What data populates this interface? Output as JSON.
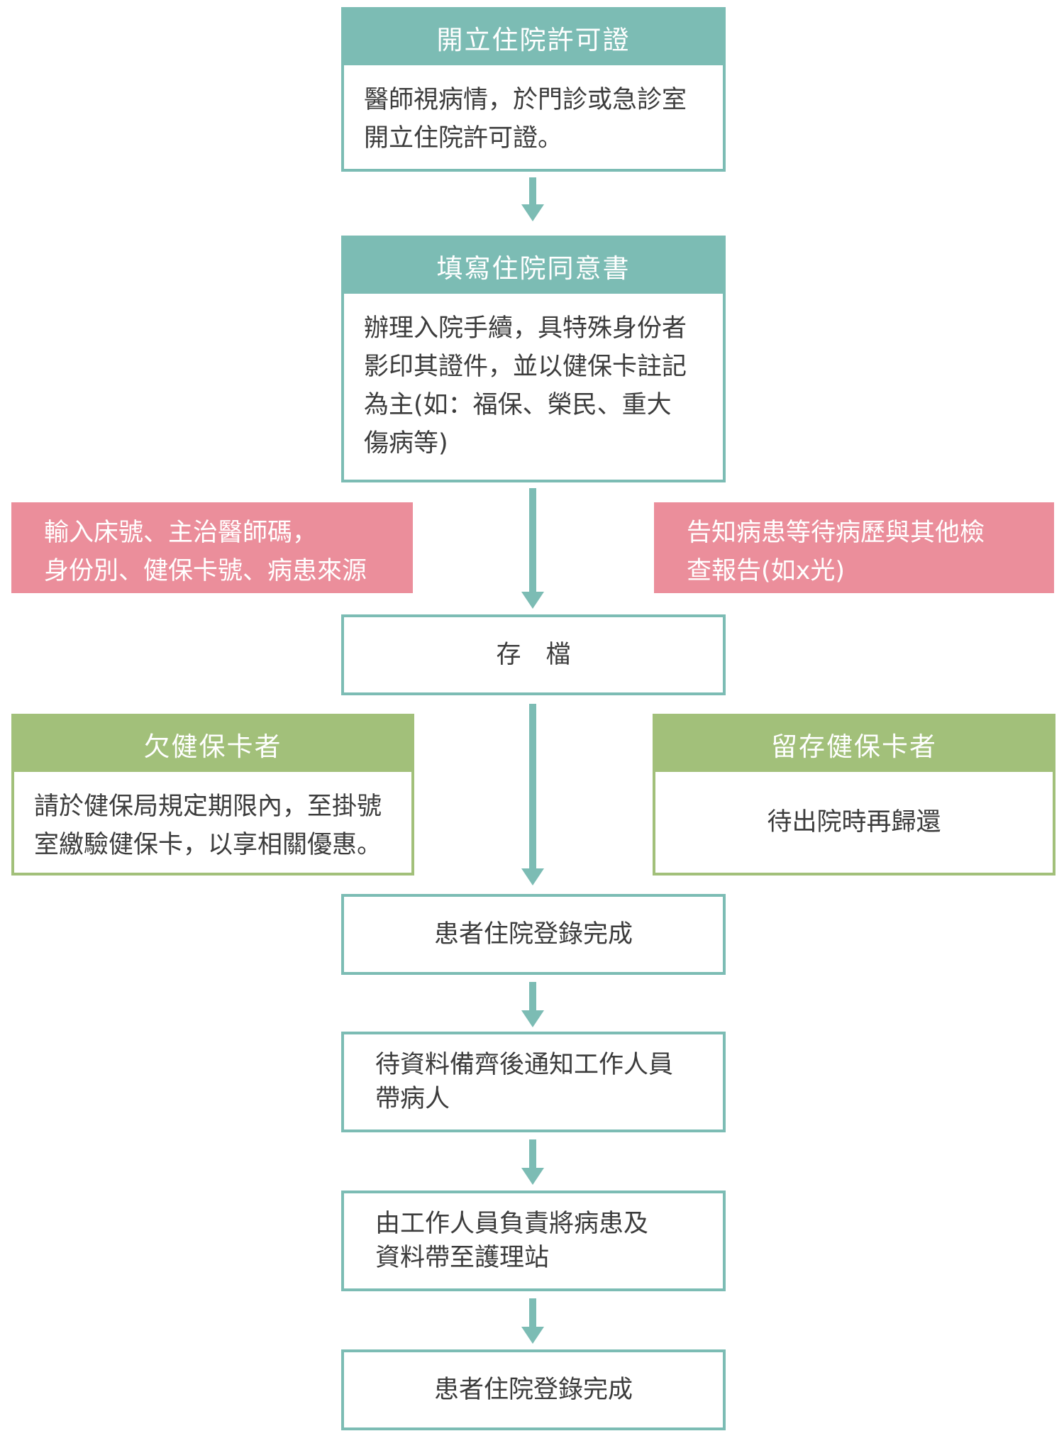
{
  "steps": {
    "admission_permit": {
      "title": "開立住院許可證",
      "body": "醫師視病情，於門診或急診室\n開立住院許可證。"
    },
    "consent_form": {
      "title": "填寫住院同意書",
      "body": "辦理入院手續，具特殊身份者\n影印其證件，並以健保卡註記\n為主(如：福保、榮民、重大\n傷病等)"
    },
    "save": {
      "label": "存　檔"
    },
    "registration_done_1": {
      "label": "患者住院登錄完成"
    },
    "notify_staff": {
      "label": "待資料備齊後通知工作人員\n帶病人"
    },
    "escort": {
      "label": "由工作人員負責將病患及\n資料帶至護理站"
    },
    "registration_done_2": {
      "label": "患者住院登錄完成"
    }
  },
  "side_notes": {
    "input_info": "輸入床號、主治醫師碼，\n身份別、健保卡號、病患來源",
    "inform_patient": "告知病患等待病歷與其他檢\n查報告(如x光)"
  },
  "cases": {
    "missing_card": {
      "title": "欠健保卡者",
      "body": "請於健保局規定期限內，至掛號\n室繳驗健保卡，以享相關優惠。"
    },
    "keep_card": {
      "title": "留存健保卡者",
      "body": "待出院時再歸還"
    }
  },
  "colors": {
    "teal": "#7cbcb4",
    "green": "#a2c07a",
    "pink": "#eb8e9b",
    "text": "#3c3c3c"
  }
}
